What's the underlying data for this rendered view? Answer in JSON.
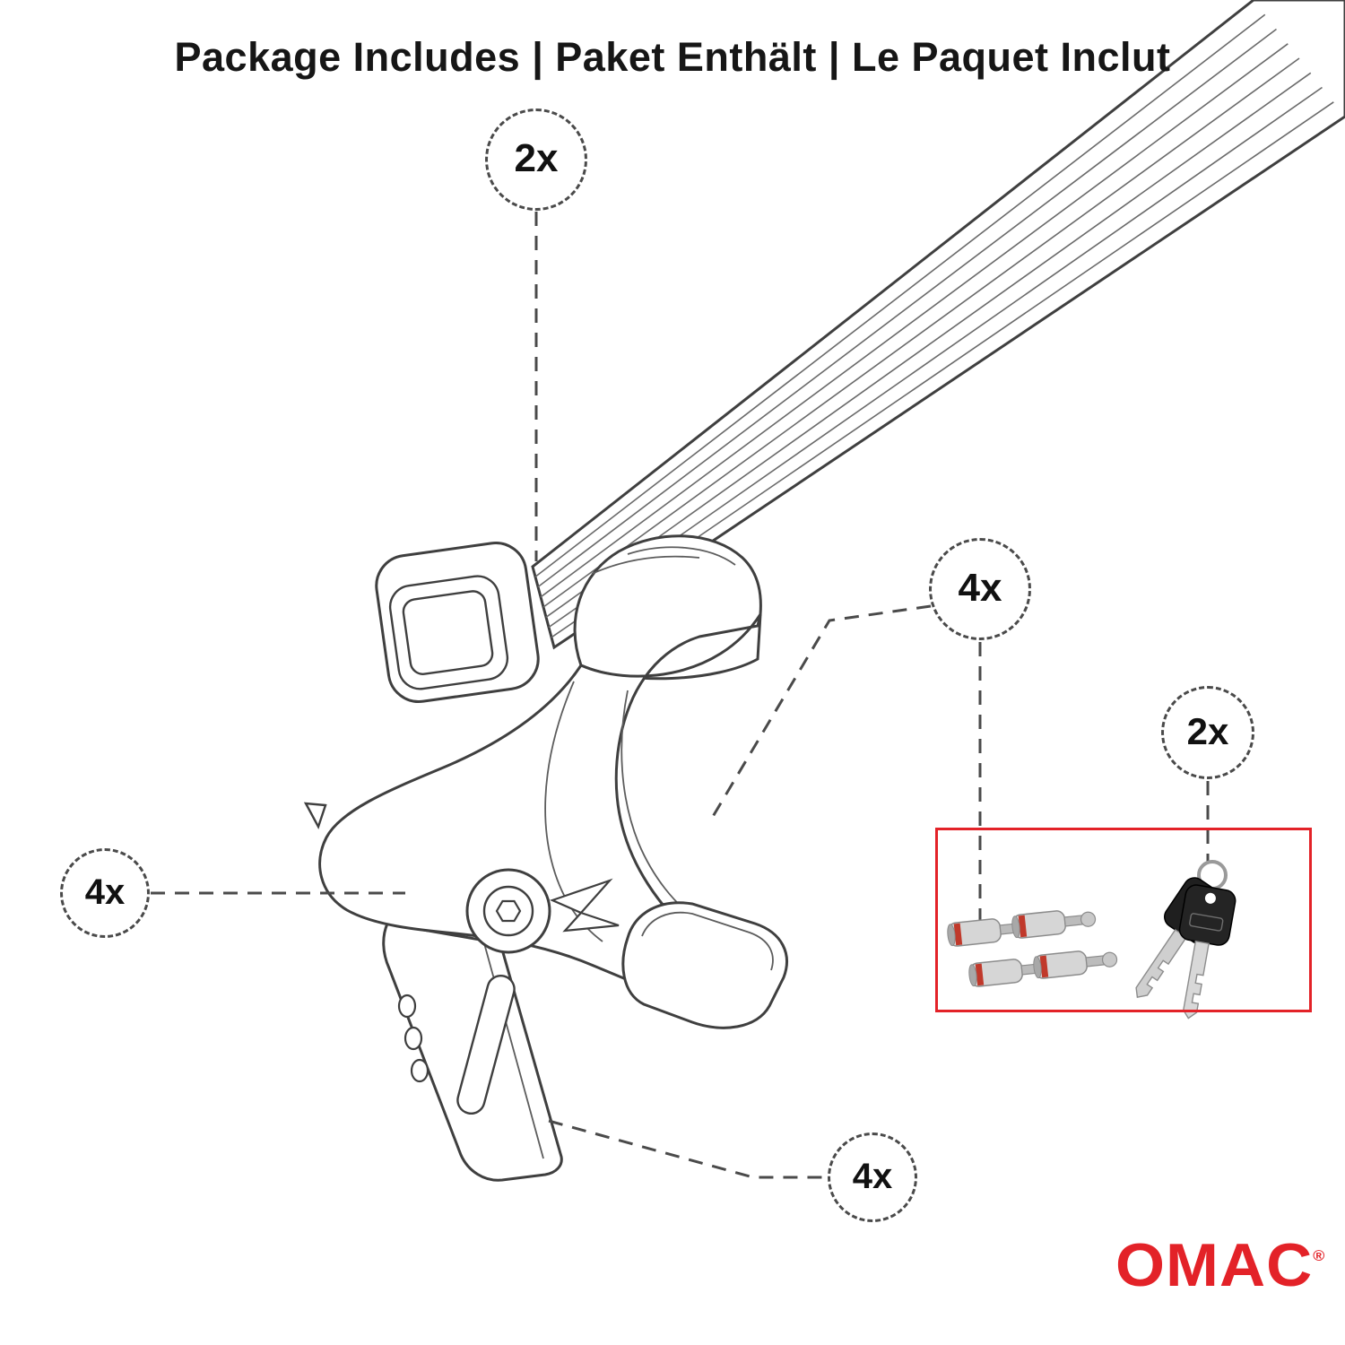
{
  "title": "Package Includes | Paket Enthält | Le Paquet Inclut",
  "callouts": {
    "crossbar": {
      "label": "2x"
    },
    "mount_bolts": {
      "label": "4x"
    },
    "keys": {
      "label": "2x"
    },
    "foot_pads": {
      "label": "4x"
    },
    "clamp_brackets": {
      "label": "4x"
    }
  },
  "parts_box": {
    "accent_color": "#e32228"
  },
  "brand": {
    "name": "OMAC",
    "registered_mark": "®",
    "color": "#e32228"
  }
}
